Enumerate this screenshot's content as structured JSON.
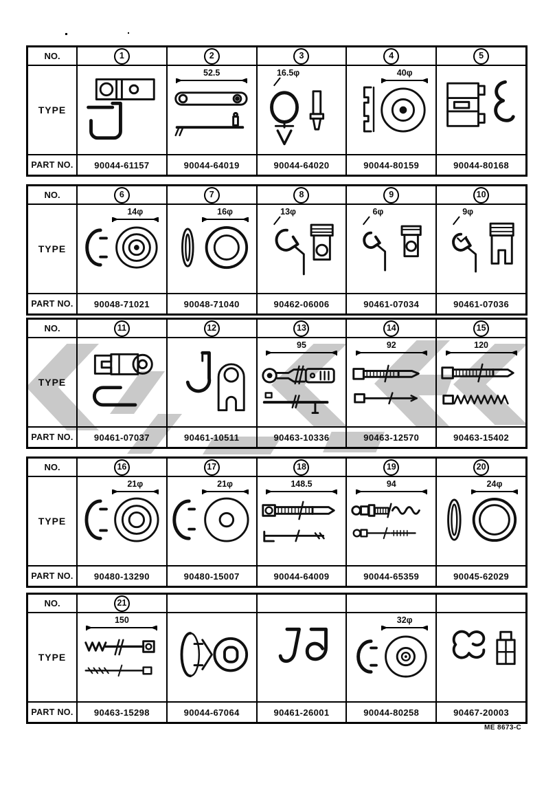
{
  "page": {
    "code": "ME 8673-C",
    "background": "#ffffff",
    "line_color": "#000000",
    "watermark_color": "#c9c9c9"
  },
  "labels": {
    "no": "NO.",
    "type": "TYPE",
    "part_no": "PART NO."
  },
  "tables": [
    {
      "columns": [
        {
          "no": "1",
          "dim": "",
          "part": "90044-61157",
          "icon": "terminal-bracket-hook"
        },
        {
          "no": "2",
          "dim": "52.5",
          "part": "90044-64019",
          "icon": "link-rod"
        },
        {
          "no": "3",
          "dim": "16.5φ",
          "part": "90044-64020",
          "icon": "ring-anchor-pin"
        },
        {
          "no": "4",
          "dim": "40φ",
          "part": "90044-80159",
          "icon": "clip-and-washer"
        },
        {
          "no": "5",
          "dim": "",
          "part": "90044-80168",
          "icon": "connector-s-clip"
        }
      ]
    },
    {
      "columns": [
        {
          "no": "6",
          "dim": "14φ",
          "part": "90048-71021",
          "icon": "clip-grommet"
        },
        {
          "no": "7",
          "dim": "16φ",
          "part": "90048-71040",
          "icon": "grommet-ring"
        },
        {
          "no": "8",
          "dim": "13φ",
          "part": "90462-06006",
          "icon": "hook-clamp-bracket"
        },
        {
          "no": "9",
          "dim": "6φ",
          "part": "90461-07034",
          "icon": "hook-clamp-bracket"
        },
        {
          "no": "10",
          "dim": "9φ",
          "part": "90461-07036",
          "icon": "hook-clamp-fork"
        }
      ]
    },
    {
      "columns": [
        {
          "no": "11",
          "dim": "",
          "part": "90461-07037",
          "icon": "clevis-eye-hook"
        },
        {
          "no": "12",
          "dim": "",
          "part": "90461-10511",
          "icon": "hook-pin-plate"
        },
        {
          "no": "13",
          "dim": "95",
          "part": "90463-10336",
          "icon": "cable-tie"
        },
        {
          "no": "14",
          "dim": "92",
          "part": "90463-12570",
          "icon": "cable-tie"
        },
        {
          "no": "15",
          "dim": "120",
          "part": "90463-15402",
          "icon": "cable-tie-screw"
        }
      ]
    },
    {
      "columns": [
        {
          "no": "16",
          "dim": "21φ",
          "part": "90480-13290",
          "icon": "clip-grommet"
        },
        {
          "no": "17",
          "dim": "21φ",
          "part": "90480-15007",
          "icon": "clip-washer"
        },
        {
          "no": "18",
          "dim": "148.5",
          "part": "90044-64009",
          "icon": "strap-tie"
        },
        {
          "no": "19",
          "dim": "94",
          "part": "90044-65359",
          "icon": "bead-tie"
        },
        {
          "no": "20",
          "dim": "24φ",
          "part": "90045-62029",
          "icon": "o-ring"
        }
      ]
    },
    {
      "columns": [
        {
          "no": "21",
          "dim": "150",
          "part": "90463-15298",
          "icon": "screw-tie"
        },
        {
          "no": "",
          "dim": "",
          "part": "90044-67064",
          "icon": "push-rivet-washer"
        },
        {
          "no": "",
          "dim": "",
          "part": "90461-26001",
          "icon": "wire-hooks"
        },
        {
          "no": "",
          "dim": "32φ",
          "part": "90044-80258",
          "icon": "clip-washer"
        },
        {
          "no": "",
          "dim": "",
          "part": "90467-20003",
          "icon": "wire-clamp-block"
        }
      ]
    }
  ]
}
